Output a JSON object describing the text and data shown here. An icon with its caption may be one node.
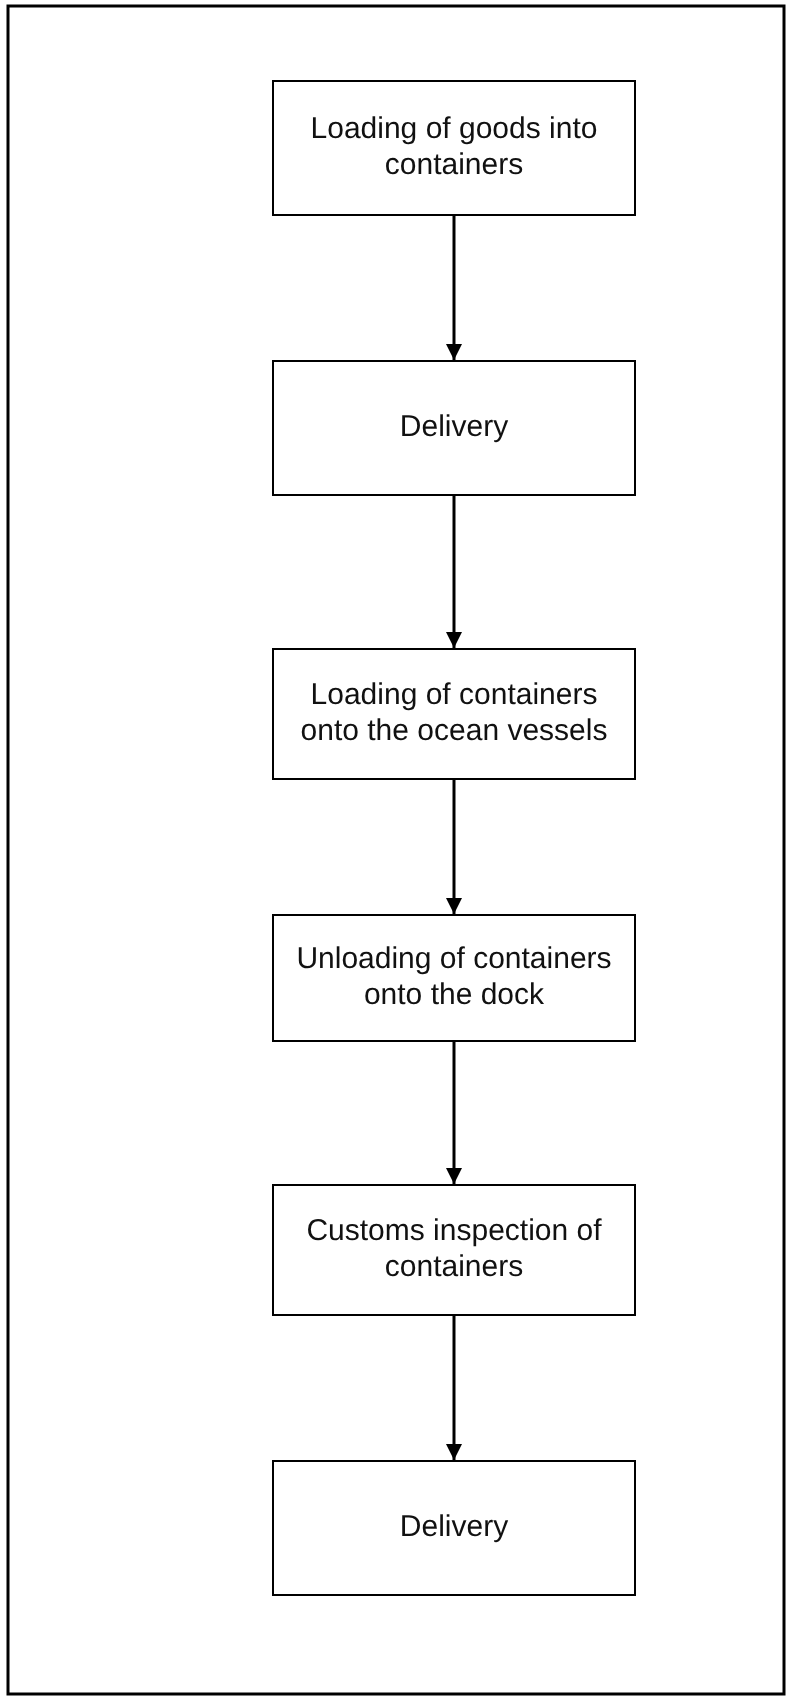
{
  "diagram": {
    "nodes": [
      {
        "text": [
          "Loading of goods into containers"
        ]
      },
      {
        "text": [
          "Delivery"
        ]
      },
      {
        "text": [
          "Loading of containers onto the ocean vessels"
        ]
      },
      {
        "text": [
          "Unloading of containers onto the dock"
        ]
      },
      {
        "text": [
          "Customs inspection of containers"
        ]
      },
      {
        "text": [
          "Delivery"
        ]
      }
    ],
    "edges": [
      {
        "from": 0,
        "to": 1,
        "arrow": "to"
      },
      {
        "from": 1,
        "to": 2,
        "arrow": "to"
      },
      {
        "from": 2,
        "to": 3,
        "arrow": "to"
      },
      {
        "from": 3,
        "to": 4,
        "arrow": "to"
      },
      {
        "from": 4,
        "to": 5,
        "arrow": "to"
      }
    ]
  }
}
